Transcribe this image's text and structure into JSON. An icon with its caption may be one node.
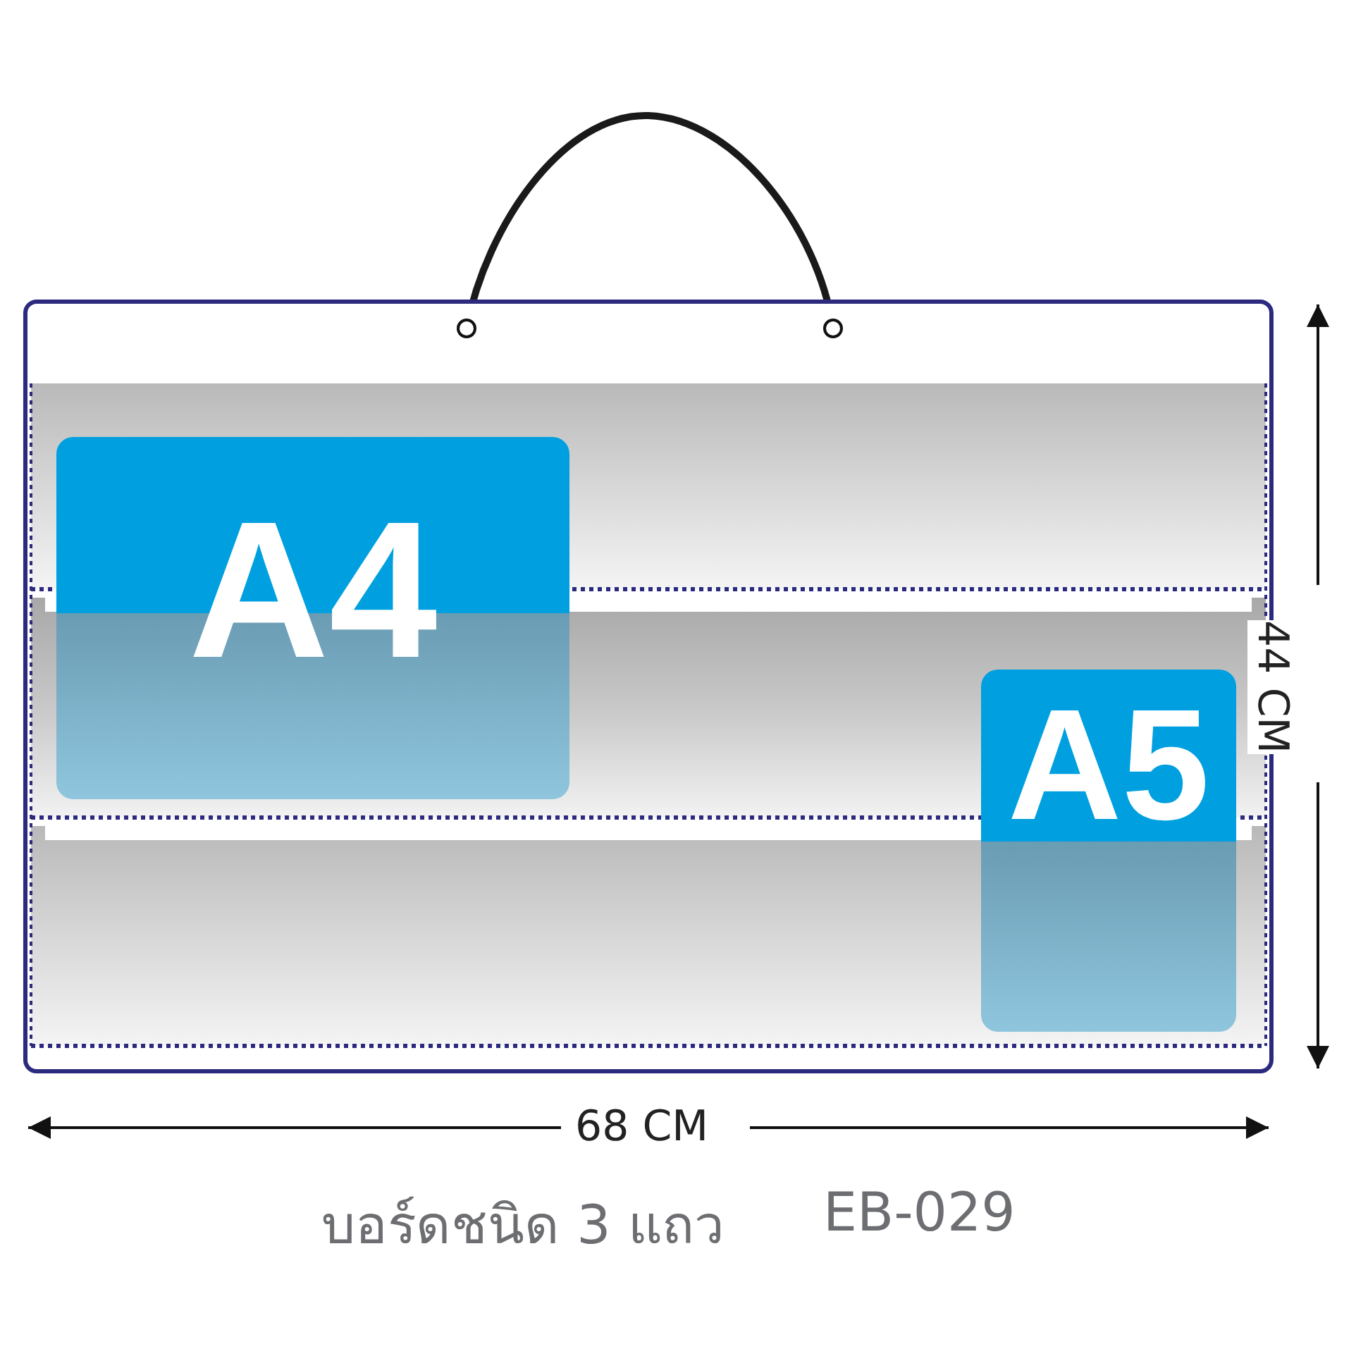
{
  "diagram": {
    "nodes": [
      {
        "text": [
          "A4"
        ]
      },
      {
        "text": [
          "A5"
        ]
      }
    ],
    "labels": [
      "44 CM",
      "68 CM",
      "บอร์ดชนิด 3 แถว",
      "EB-029"
    ]
  }
}
